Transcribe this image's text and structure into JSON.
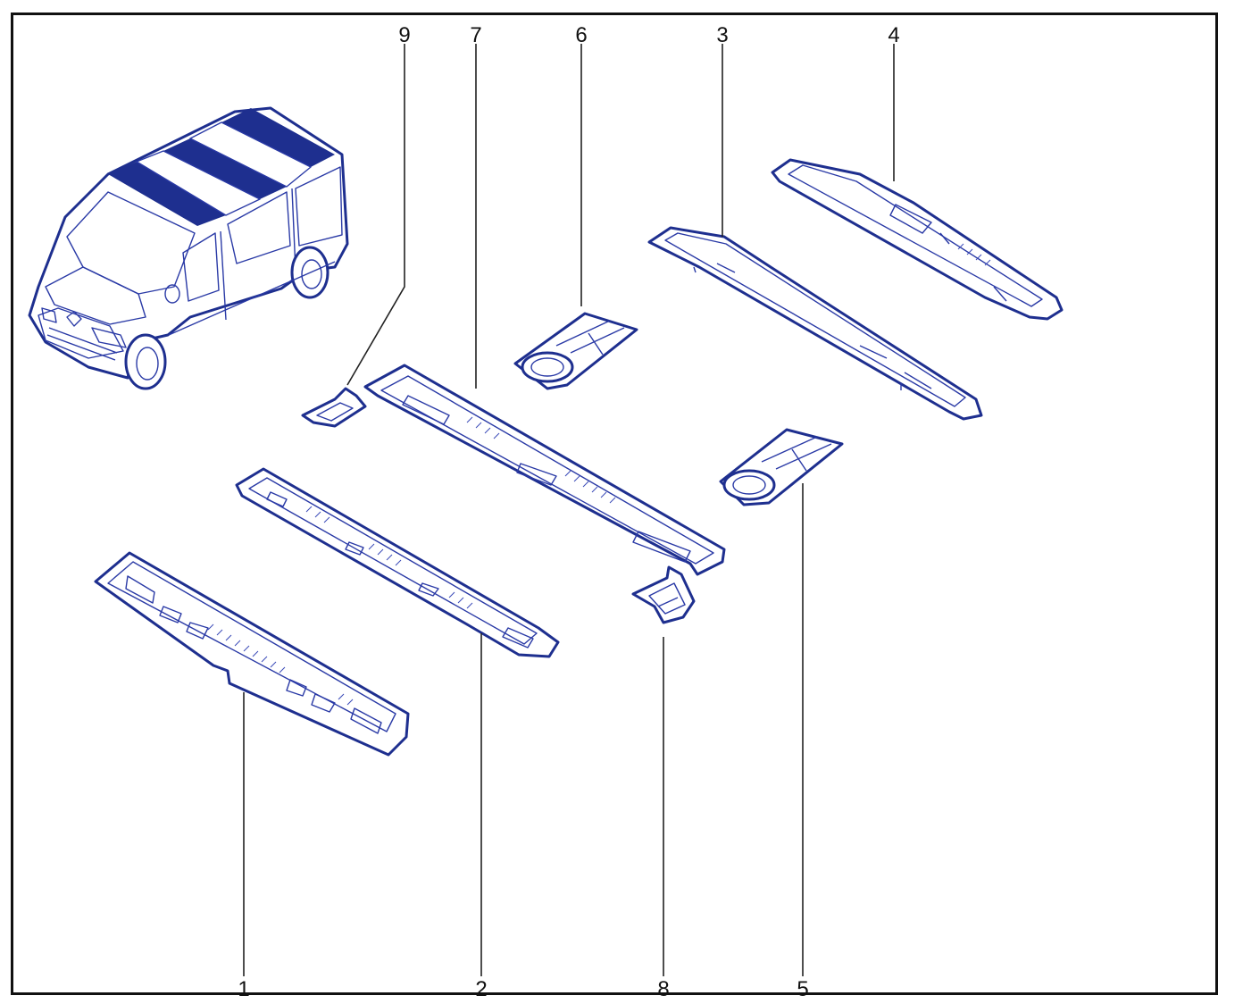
{
  "diagram": {
    "callouts": [
      {
        "id": "1",
        "label": "1"
      },
      {
        "id": "2",
        "label": "2"
      },
      {
        "id": "3",
        "label": "3"
      },
      {
        "id": "4",
        "label": "4"
      },
      {
        "id": "5",
        "label": "5"
      },
      {
        "id": "6",
        "label": "6"
      },
      {
        "id": "7",
        "label": "7"
      },
      {
        "id": "8",
        "label": "8"
      },
      {
        "id": "9",
        "label": "9"
      }
    ]
  },
  "colors": {
    "line_art": "#1e2f8f",
    "highlight": "#1e2f8f",
    "frame": "#111111",
    "background": "#ffffff"
  }
}
